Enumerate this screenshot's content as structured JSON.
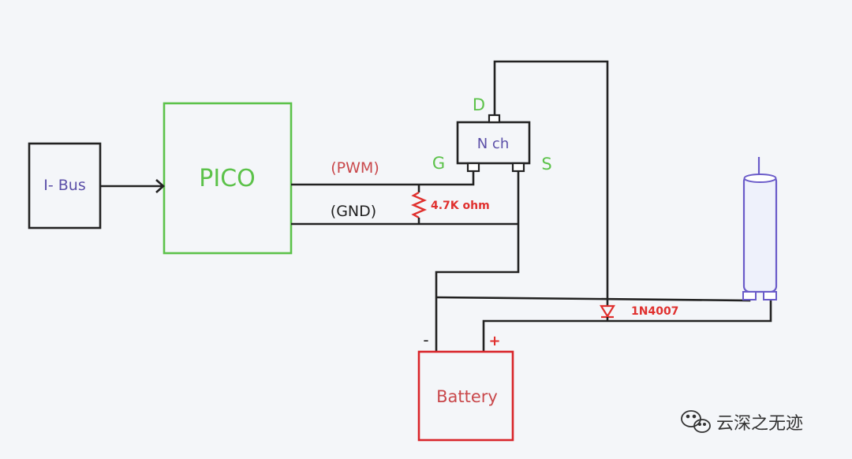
{
  "blocks": {
    "ibus": "I- Bus",
    "pico": "PICO",
    "mosfet": "N ch",
    "battery": "Battery"
  },
  "pins": {
    "drain": "D",
    "gate": "G",
    "source": "S"
  },
  "signals": {
    "pwm": "(PWM)",
    "gnd": "(GND)"
  },
  "components": {
    "resistor": "4.7K ohm",
    "diode": "1N4007"
  },
  "battery_terminals": {
    "negative": "-",
    "positive": "+"
  },
  "watermark": "云深之无迹",
  "colors": {
    "wire": "#222222",
    "pico": "#5cc24a",
    "battery": "#d9252a",
    "mosfet_text": "#5b4fa8",
    "motor": "#6a5bc9",
    "pwm_text": "#c9484b",
    "annotation": "#e0302e",
    "pin_label": "#5cc24a"
  }
}
